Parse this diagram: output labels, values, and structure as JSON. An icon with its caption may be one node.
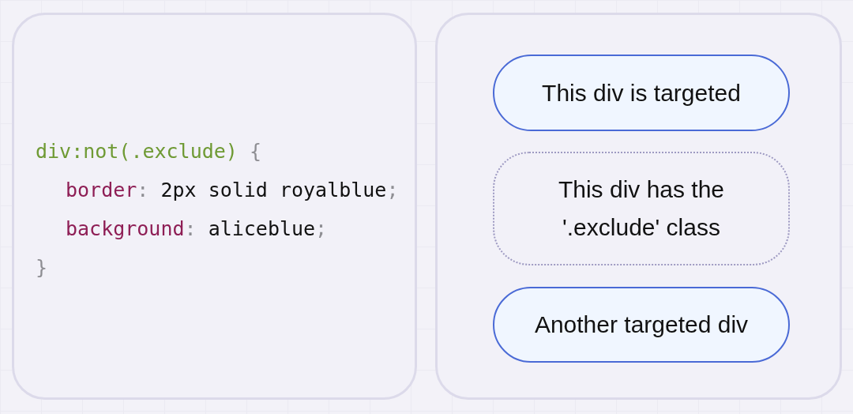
{
  "diagram": {
    "nodes": [
      {
        "text": [
          "div:not(.exclude) {",
          "border: 2px solid royalblue;",
          "background: aliceblue;",
          "}"
        ]
      },
      {
        "text": [],
        "shape": "box"
      },
      {
        "text": [
          "This div is targeted"
        ],
        "in": 1
      },
      {
        "text": [
          "This div has the '.exclude' class"
        ],
        "in": 1
      },
      {
        "text": [
          "Another targeted div"
        ],
        "in": 1
      }
    ]
  }
}
